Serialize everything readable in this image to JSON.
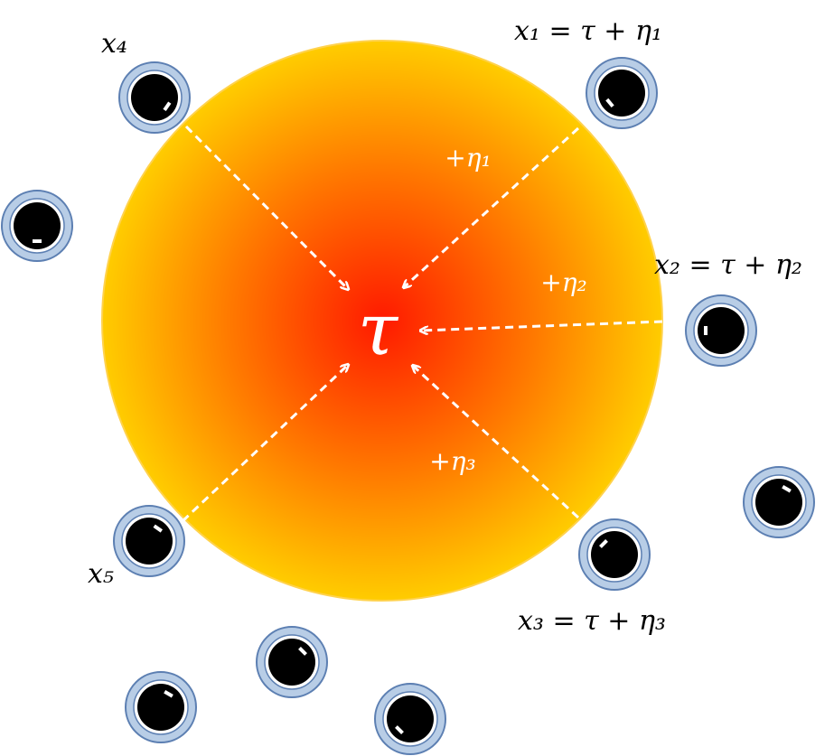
{
  "center_label": "τ",
  "arrow_labels": [
    "+η₁",
    "+η₂",
    "+η₃"
  ],
  "sensor_labels": [
    "x₁ = τ + η₁",
    "x₂ = τ + η₂",
    "x₃ = τ + η₃",
    "x₄",
    "x₅"
  ],
  "colors": {
    "core": "#ff1a00",
    "mid": "#ff7a00",
    "edge": "#ffcc00",
    "sensor_ring": "#b8cde6",
    "sensor_ring_stroke": "#5c7fb2",
    "sensor_dot": "#000000"
  }
}
